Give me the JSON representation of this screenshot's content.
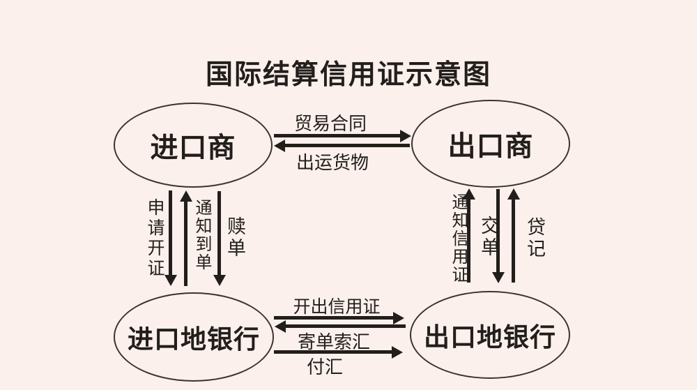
{
  "title": "国际结算信用证示意图",
  "nodes": {
    "importer": {
      "label": "进口商"
    },
    "exporter": {
      "label": "出口商"
    },
    "import_bank": {
      "label": "进口地银行"
    },
    "export_bank": {
      "label": "出口地银行"
    }
  },
  "flows": {
    "top": [
      {
        "label": "贸易合同",
        "direction": "right"
      },
      {
        "label": "出运货物",
        "direction": "left"
      }
    ],
    "left": [
      {
        "label": "申请开证",
        "direction": "down"
      },
      {
        "label": "通知到单",
        "direction": "up"
      },
      {
        "label": "赎单",
        "direction": "down"
      }
    ],
    "right": [
      {
        "label": "通知信用证",
        "direction": "up"
      },
      {
        "label": "交单",
        "direction": "down"
      },
      {
        "label": "贷记",
        "direction": "up"
      }
    ],
    "bottom": [
      {
        "label": "开出信用证",
        "direction": "right"
      },
      {
        "label": "寄单索汇",
        "direction": "left"
      },
      {
        "label": "付汇",
        "direction": "right"
      }
    ]
  },
  "colors": {
    "background": "#fbf0ec",
    "ink": "#221e1b"
  }
}
